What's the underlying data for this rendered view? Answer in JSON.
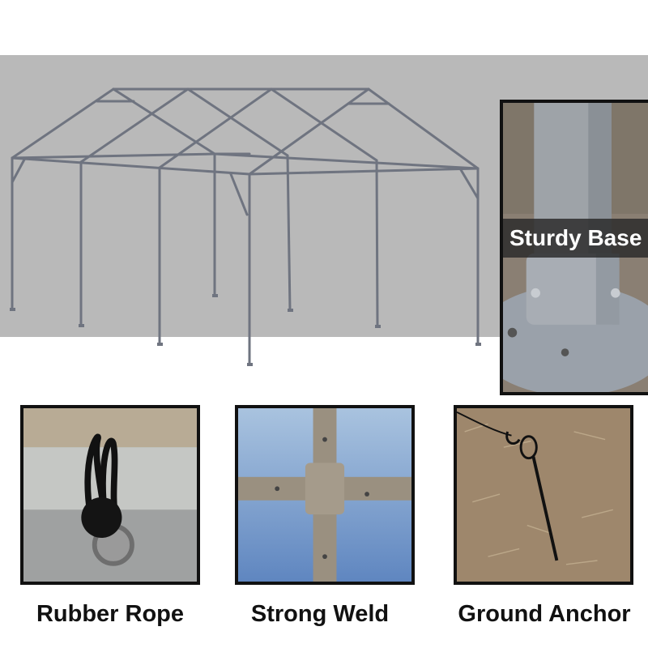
{
  "base_panel": {
    "label": "Sturdy Base"
  },
  "captions": {
    "rope": "Rubber Rope",
    "weld": "Strong Weld",
    "anchor": "Ground Anchor"
  },
  "colors": {
    "hero_background": "#b9b9b9",
    "frame_steel": "#6f7480",
    "panel_border": "#111111",
    "caption_text": "#111111"
  }
}
